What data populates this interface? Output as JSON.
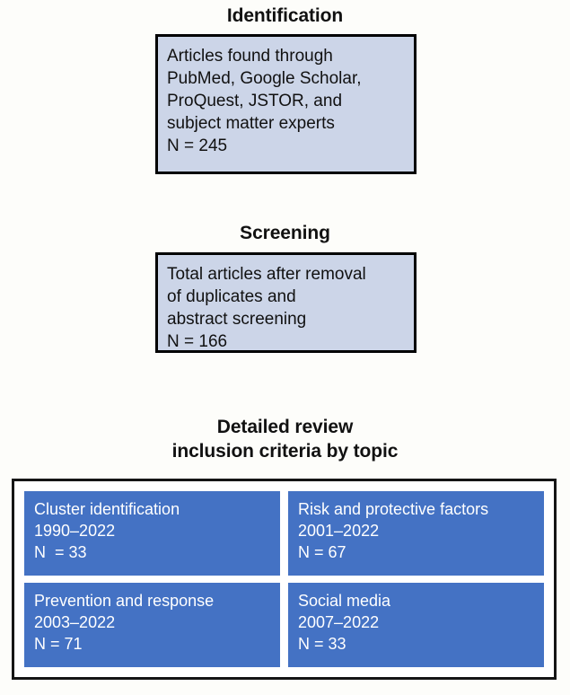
{
  "figure": {
    "background_color": "#fdfdfa",
    "light_box_fill": "#ccd5e8",
    "topic_box_fill": "#4472c4",
    "border_color": "#000000",
    "text_color": "#111111",
    "topic_text_color": "#ffffff"
  },
  "stages": {
    "identification": {
      "heading": "Identification",
      "box": {
        "lines": [
          "Articles found through",
          "PubMed, Google Scholar,",
          "ProQuest, JSTOR, and",
          "subject matter experts",
          "N = 245"
        ],
        "count_label": "N = 245",
        "count": 245
      }
    },
    "screening": {
      "heading": "Screening",
      "box": {
        "lines": [
          "Total articles after removal",
          "of duplicates and",
          "abstract screening",
          "N = 166"
        ],
        "count_label": "N = 166",
        "count": 166
      }
    },
    "detailed_review": {
      "heading_line_1": "Detailed review",
      "heading_line_2": "inclusion criteria by topic",
      "topics": [
        {
          "title": "Cluster identification",
          "year_range": "1990–2022",
          "count_label": "N  = 33",
          "count": 33,
          "year_start": 1990,
          "year_end": 2022
        },
        {
          "title": "Risk and protective factors",
          "year_range": "2001–2022",
          "count_label": "N = 67",
          "count": 67,
          "year_start": 2001,
          "year_end": 2022
        },
        {
          "title": "Prevention and response",
          "year_range": "2003–2022",
          "count_label": "N = 71",
          "count": 71,
          "year_start": 2003,
          "year_end": 2022
        },
        {
          "title": "Social media",
          "year_range": "2007–2022",
          "count_label": "N = 33",
          "count": 33,
          "year_start": 2007,
          "year_end": 2022
        }
      ]
    }
  }
}
